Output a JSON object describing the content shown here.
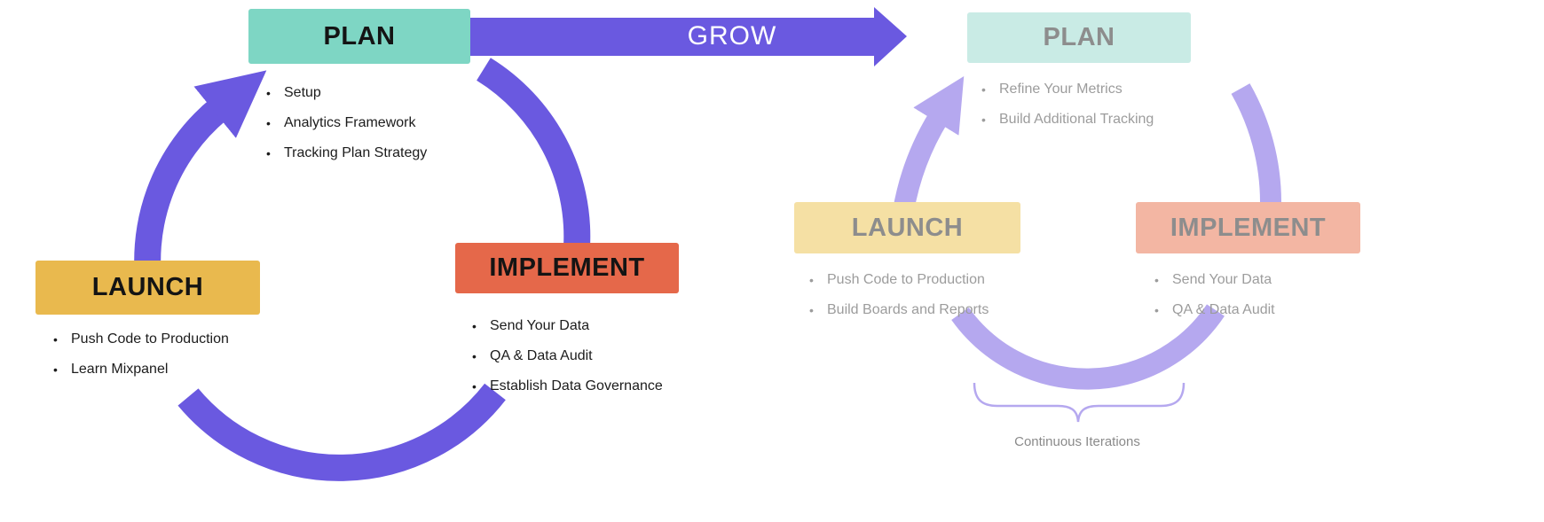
{
  "left_cycle": {
    "arrow_color": "#6a59e0",
    "plan": {
      "label": "PLAN",
      "color": "#7ed6c4",
      "bullets": [
        "Setup",
        "Analytics Framework",
        "Tracking Plan Strategy"
      ]
    },
    "implement": {
      "label": "IMPLEMENT",
      "color": "#e5684a",
      "bullets": [
        "Send Your Data",
        "QA & Data Audit",
        "Establish Data Governance"
      ]
    },
    "launch": {
      "label": "LAUNCH",
      "color": "#e9b94e",
      "bullets": [
        "Push Code to Production",
        "Learn Mixpanel"
      ]
    }
  },
  "grow": {
    "label": "GROW",
    "color": "#6a59e0"
  },
  "right_cycle": {
    "arrow_color": "#b5a8ef",
    "plan": {
      "label": "PLAN",
      "color": "#c9ebe5",
      "bullets": [
        "Refine Your Metrics",
        "Build Additional Tracking"
      ]
    },
    "launch": {
      "label": "LAUNCH",
      "color": "#f5e0a4",
      "bullets": [
        "Push Code to Production",
        "Build Boards and Reports"
      ]
    },
    "implement": {
      "label": "IMPLEMENT",
      "color": "#f3b6a3",
      "bullets": [
        "Send Your Data",
        "QA & Data Audit"
      ]
    },
    "caption": "Continuous Iterations"
  }
}
